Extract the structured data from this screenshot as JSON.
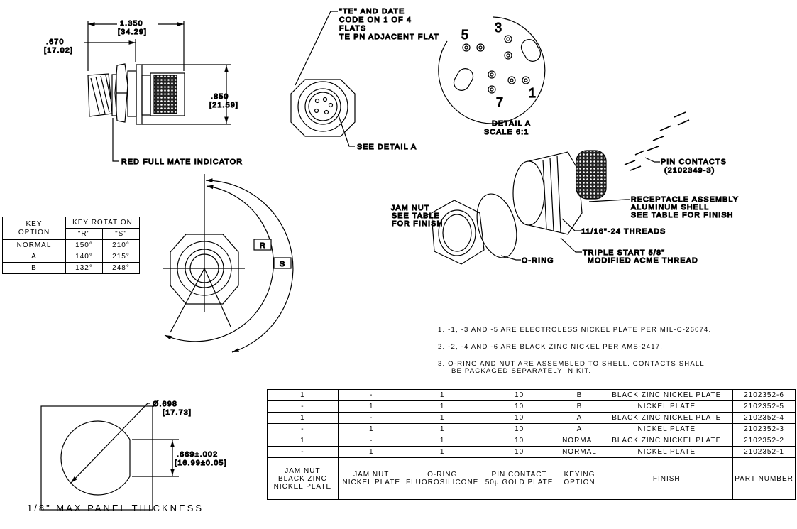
{
  "side_view": {
    "dim_overall": "1.350",
    "dim_overall_mm": "[34.29]",
    "dim_front": ".670",
    "dim_front_mm": "[17.02]",
    "dim_height": ".850",
    "dim_height_mm": "[21.59]",
    "callout_indicator": "RED FULL MATE INDICATOR"
  },
  "front_view": {
    "callout_marking": [
      "\"TE\" AND DATE",
      "CODE ON 1 OF 4",
      "FLATS",
      "TE PN ADJACENT FLAT"
    ],
    "callout_detail": "SEE DETAIL A"
  },
  "detail_a": {
    "pins": [
      "5",
      "3",
      "7",
      "1"
    ],
    "title": "DETAIL A",
    "scale": "SCALE  6:1"
  },
  "key_view": {
    "label_r": "R",
    "label_s": "S"
  },
  "key_table": {
    "header_option": [
      "KEY",
      "OPTION"
    ],
    "header_rotation": "KEY ROTATION",
    "header_r": "\"R\"",
    "header_s": "\"S\"",
    "rows": [
      {
        "option": "NORMAL",
        "r": "150°",
        "s": "210°"
      },
      {
        "option": "A",
        "r": "140°",
        "s": "215°"
      },
      {
        "option": "B",
        "r": "132°",
        "s": "248°"
      }
    ]
  },
  "exploded_view": {
    "pin_contacts": [
      "PIN CONTACTS",
      "(2102349-3)"
    ],
    "receptacle": [
      "RECEPTACLE ASSEMBLY",
      "ALUMINUM SHELL",
      "SEE TABLE FOR FINISH"
    ],
    "jam_nut": [
      "JAM NUT",
      "SEE TABLE",
      "FOR FINISH"
    ],
    "threads": "11/16\"-24 THREADS",
    "acme": [
      "TRIPLE START 5/8\"",
      "MODIFIED ACME THREAD"
    ],
    "oring": "O-RING"
  },
  "notes": [
    "1. -1, -3 AND -5 ARE ELECTROLESS NICKEL PLATE PER MIL-C-26074.",
    "2. -2, -4 AND -6 ARE BLACK ZINC NICKEL PER AMS-2417.",
    "3. O-RING AND NUT ARE ASSEMBLED TO SHELL. CONTACTS SHALL",
    "BE PACKAGED SEPARATELY IN KIT."
  ],
  "panel_cutout": {
    "dia": "Ø.698",
    "dia_mm": "[17.73]",
    "flat": ".669±.002",
    "flat_mm": "[16.99±0.05]"
  },
  "parts_table": {
    "rows": [
      [
        "1",
        "-",
        "1",
        "10",
        "B",
        "BLACK ZINC NICKEL PLATE",
        "2102352-6"
      ],
      [
        "-",
        "1",
        "1",
        "10",
        "B",
        "NICKEL PLATE",
        "2102352-5"
      ],
      [
        "1",
        "-",
        "1",
        "10",
        "A",
        "BLACK ZINC NICKEL PLATE",
        "2102352-4"
      ],
      [
        "-",
        "1",
        "1",
        "10",
        "A",
        "NICKEL PLATE",
        "2102352-3"
      ],
      [
        "1",
        "-",
        "1",
        "10",
        "NORMAL",
        "BLACK ZINC NICKEL PLATE",
        "2102352-2"
      ],
      [
        "-",
        "1",
        "1",
        "10",
        "NORMAL",
        "NICKEL PLATE",
        "2102352-1"
      ]
    ],
    "headers": [
      [
        "JAM NUT",
        "BLACK ZINC",
        "NICKEL PLATE"
      ],
      [
        "JAM NUT",
        "NICKEL PLATE"
      ],
      [
        "O-RING",
        "FLUOROSILICONE"
      ],
      [
        "PIN CONTACT",
        "50μ GOLD PLATE"
      ],
      [
        "KEYING",
        "OPTION"
      ],
      [
        "FINISH"
      ],
      [
        "PART NUMBER"
      ]
    ]
  },
  "footer": "1/8\" MAX PANEL THICKNESS"
}
